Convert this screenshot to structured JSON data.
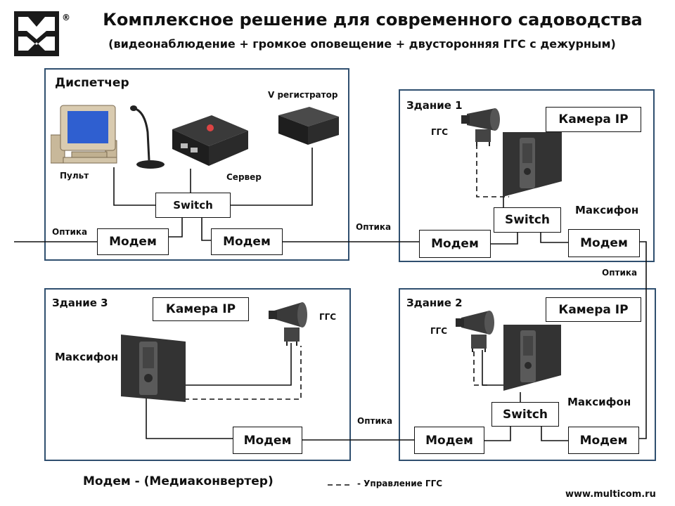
{
  "header": {
    "title": "Комплексное решение для современного садоводства",
    "subtitle": "(видеонаблюдение + громкое оповещение + двусторонняя ГГС с дежурным)"
  },
  "logo": {
    "registered": "®"
  },
  "dispatcher": {
    "title": "Диспетчер",
    "console_label": "Пульт",
    "server_label": "Сервер",
    "recorder_label": "V регистратор",
    "switch_label": "Switch",
    "modem_left": "Модем",
    "modem_right": "Модем",
    "optics_label": "Оптика"
  },
  "building1": {
    "title": "Здание 1",
    "ggs_label": "ГГС",
    "camera_label": "Камера IP",
    "switch_label": "Switch",
    "intercom_label": "Максифон",
    "modem_left": "Модем",
    "modem_right": "Модем"
  },
  "link_optics_1": "Оптика",
  "link_optics_2": "Оптика",
  "link_optics_3": "Оптика",
  "building3": {
    "title": "Здание 3",
    "camera_label": "Камера IP",
    "ggs_label": "ГГС",
    "intercom_label": "Максифон",
    "modem": "Модем"
  },
  "building2": {
    "title": "Здание 2",
    "ggs_label": "ГГС",
    "camera_label": "Камера IP",
    "switch_label": "Switch",
    "intercom_label": "Максифон",
    "modem_left": "Модем",
    "modem_right": "Модем"
  },
  "footer": {
    "modem_note": "Модем - (Медиаконвертер)",
    "legend_label": "- Управление ГГС",
    "website": "www.multicom.ru"
  }
}
